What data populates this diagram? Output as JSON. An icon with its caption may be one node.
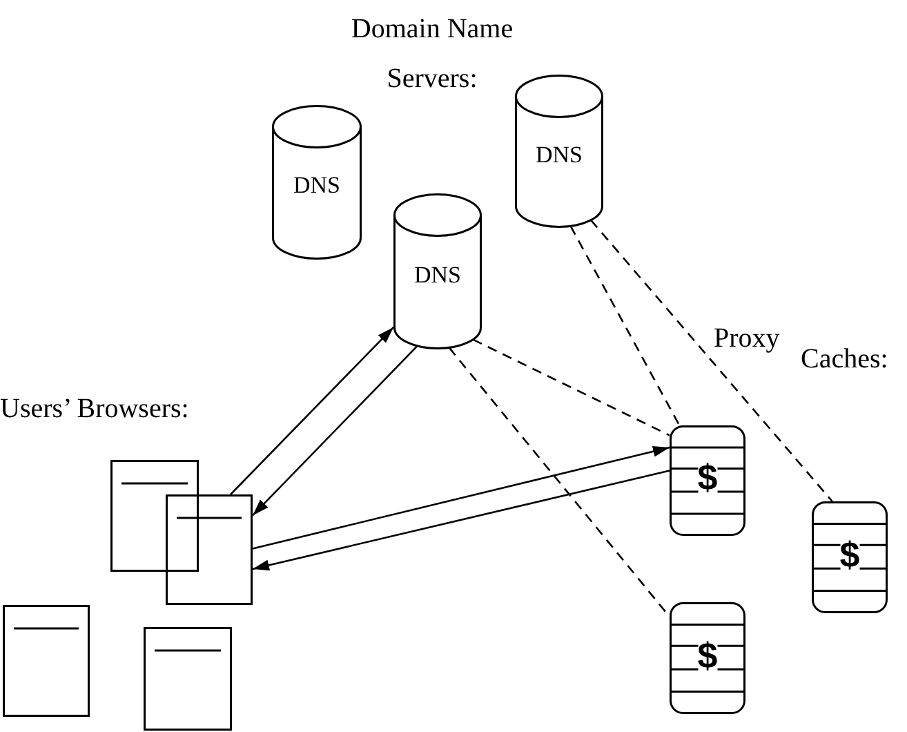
{
  "diagram": {
    "nodes": [
      {
        "text": [
          "DNS"
        ]
      },
      {
        "text": [
          "DNS"
        ]
      },
      {
        "text": [
          "DNS"
        ]
      },
      {
        "text": [],
        "shape": "box"
      },
      {
        "text": [],
        "shape": "box"
      },
      {
        "text": [],
        "shape": "box"
      },
      {
        "text": [],
        "shape": "box"
      },
      {
        "text": [
          "$"
        ]
      },
      {
        "text": [
          "$"
        ]
      },
      {
        "text": [
          "$"
        ]
      }
    ],
    "edges": [
      {
        "from": 4,
        "to": 2,
        "arrow": "to"
      },
      {
        "from": 2,
        "to": 4,
        "arrow": "to"
      },
      {
        "from": 4,
        "to": 7,
        "arrow": "to"
      },
      {
        "from": 7,
        "to": 4,
        "arrow": "to"
      },
      {
        "from": 2,
        "to": 7,
        "arrow": "none",
        "style": "dashed"
      },
      {
        "from": 2,
        "to": 9,
        "arrow": "none",
        "style": "dashed"
      },
      {
        "from": 1,
        "to": 7,
        "arrow": "none",
        "style": "dashed"
      },
      {
        "from": 1,
        "to": 8,
        "arrow": "none",
        "style": "dashed"
      }
    ],
    "labels": [
      "Domain Name Servers:",
      "Proxy",
      "Caches:",
      "Users’ Browsers:"
    ]
  }
}
